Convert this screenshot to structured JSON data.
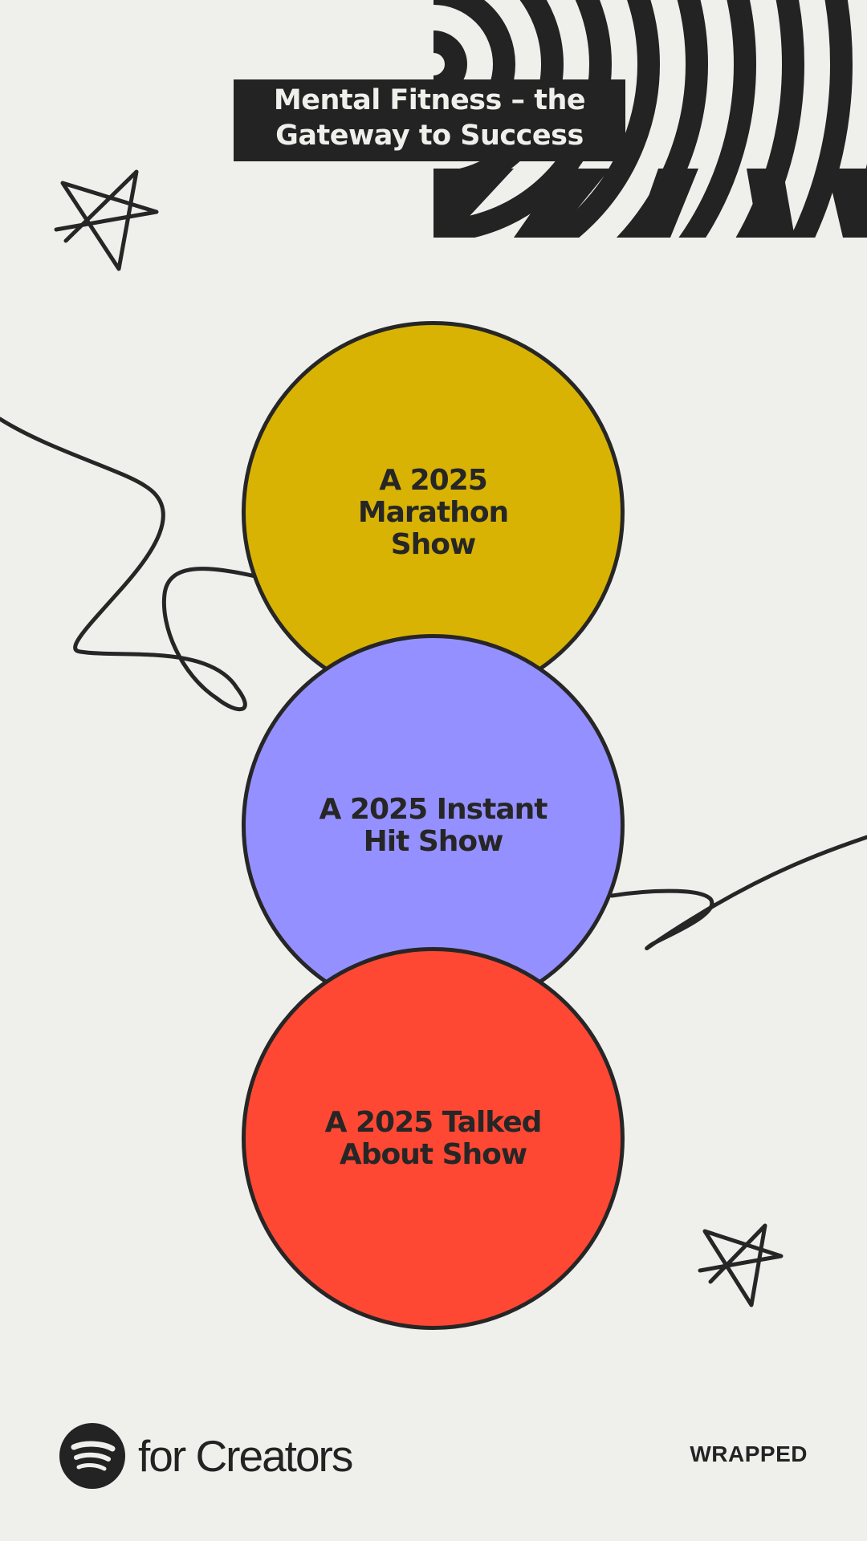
{
  "title": {
    "line1": "Mental Fitness – the",
    "line2": "Gateway to Success"
  },
  "badges": [
    {
      "label": "A 2025\nMarathon\nShow",
      "color": "#D9B304"
    },
    {
      "label": "A 2025 Instant\nHit Show",
      "color": "#9590FF"
    },
    {
      "label": "A 2025 Talked\nAbout Show",
      "color": "#FF4834"
    }
  ],
  "footer": {
    "brand_text": "for Creators",
    "wrapped_label": "WRAPPED"
  },
  "icons": {
    "logo": "spotify-logo-icon",
    "doodle_star": "star-doodle-icon"
  },
  "colors": {
    "background": "#EFEFEB",
    "ink": "#232323"
  }
}
